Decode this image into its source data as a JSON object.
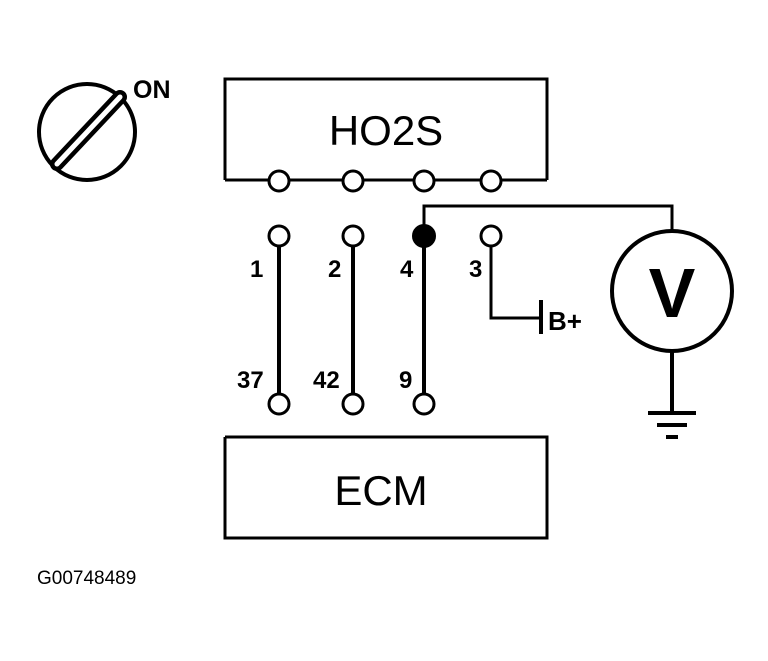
{
  "ignition": {
    "state_label": "ON"
  },
  "ho2s": {
    "label": "HO2S"
  },
  "ecm": {
    "label": "ECM"
  },
  "harness": {
    "top_pins": [
      "1",
      "2",
      "4",
      "3"
    ],
    "bottom_pins": [
      "37",
      "42",
      "9"
    ]
  },
  "power": {
    "label": "B+"
  },
  "meter": {
    "label": "V"
  },
  "figure_id": "G00748489"
}
